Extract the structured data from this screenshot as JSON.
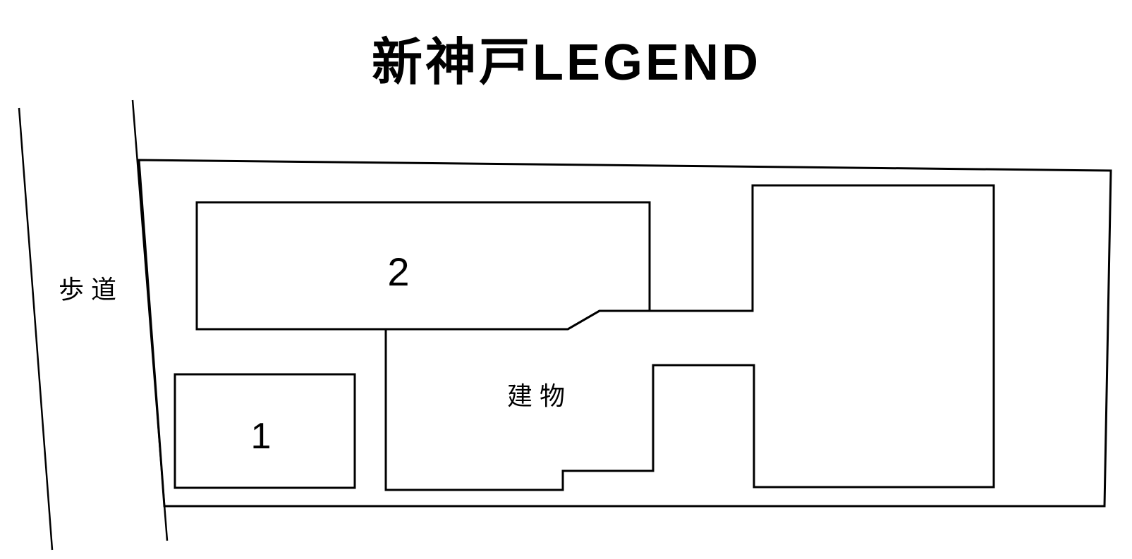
{
  "title": "新神戸LEGEND",
  "diagram": {
    "sidewalk_label": "歩 道",
    "building_label": "建 物",
    "parking_space_1_label": "1",
    "parking_space_2_label": "2"
  },
  "colors": {
    "line": "#000000",
    "background": "#ffffff",
    "text": "#000000"
  }
}
